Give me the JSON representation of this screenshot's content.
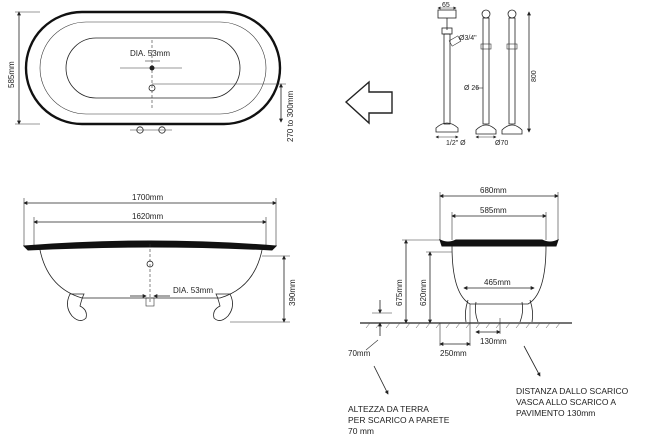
{
  "top_view": {
    "drain_diameter": "DIA. 53mm",
    "width_dim": "585mm",
    "height_range": "270 to 300mm"
  },
  "tap_detail": {
    "width_65": "65",
    "thread_3_4": "Ø3/4\"",
    "pipe_26": "Ø 26",
    "height_800": "800",
    "thread_1_2": "1/2\" Ø",
    "base_70": "Ø70"
  },
  "side_view": {
    "overall_length": "1700mm",
    "inner_length": "1620mm",
    "drain_diameter": "DIA. 53mm",
    "height": "390mm"
  },
  "end_view": {
    "overall_width": "680mm",
    "inner_width": "585mm",
    "bottom_width": "465mm",
    "height_675": "675mm",
    "height_620": "620mm",
    "floor_offset": "70mm",
    "drain_distance_250": "250mm",
    "drain_distance_130": "130mm"
  },
  "notes": {
    "floor_height": [
      "ALTEZZA DA TERRA",
      "PER SCARICO A PARETE",
      "70 mm"
    ],
    "drain_distance": [
      "DISTANZA DALLO SCARICO",
      "VASCA ALLO  SCARICO A",
      "PAVIMENTO 130mm"
    ]
  }
}
